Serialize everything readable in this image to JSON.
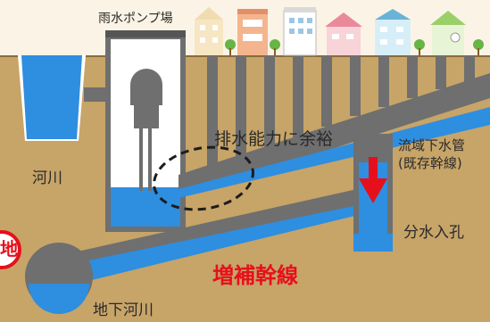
{
  "labels": {
    "pump_station": "雨水ポンプ場",
    "drainage_margin": "排水能力に余裕",
    "river": "河川",
    "trunk_sewer": "流域下水管",
    "existing_trunk": "(既存幹線)",
    "diversion_hole": "分水入孔",
    "augmented_trunk": "増補幹線",
    "underground_river": "地下河川",
    "edge_badge_char": "地"
  },
  "colors": {
    "sky": "#fbf4e6",
    "soil": "#c7a468",
    "pipe_gray": "#6f6f6f",
    "water_blue": "#2e8ee0",
    "accent_red": "#e6101c"
  }
}
